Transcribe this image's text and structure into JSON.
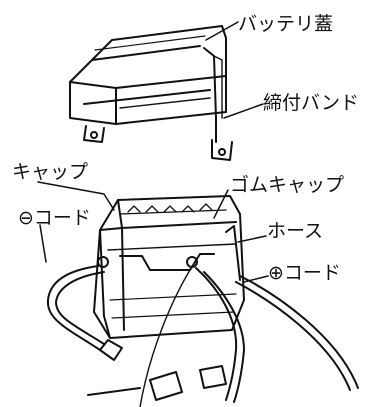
{
  "labels": {
    "battery": "バッテリ蓋",
    "band": "締付バンド",
    "cap": "キャップ",
    "rubber_cap": "ゴムキャップ",
    "minus_cord": "⊖コード",
    "hose": "ホース",
    "plus_cord": "⊕コード"
  }
}
